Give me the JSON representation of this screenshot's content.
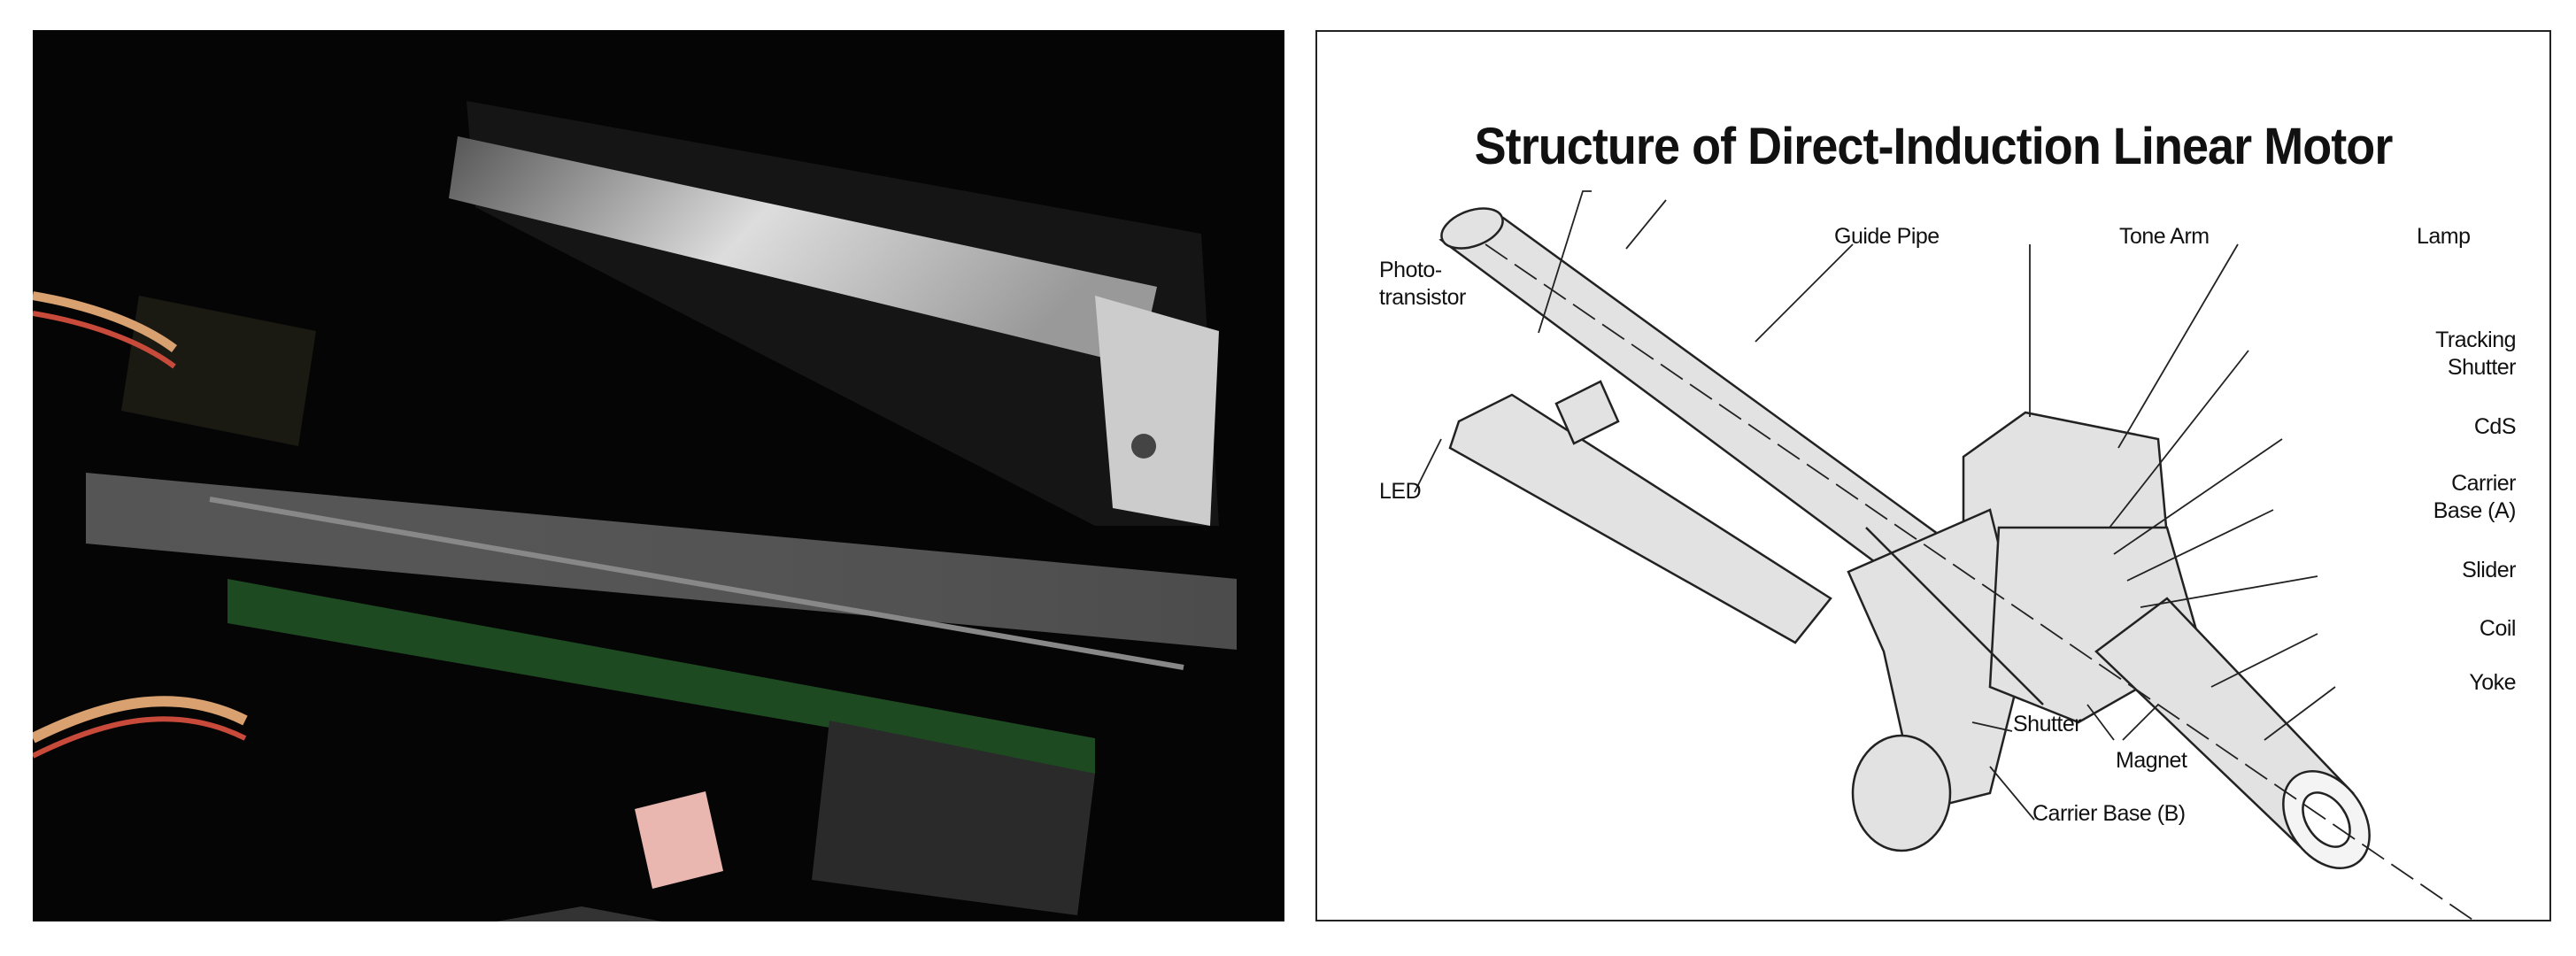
{
  "photo": {
    "subject": "linear-motor-tonearm-photo"
  },
  "diagram": {
    "title": "Structure of Direct-Induction Linear Motor",
    "labels": {
      "guide_pipe": "Guide Pipe",
      "tone_arm": "Tone Arm",
      "lamp": "Lamp",
      "photo_1": "Photo-",
      "photo_2": "transistor",
      "tracking_1": "Tracking",
      "tracking_2": "Shutter",
      "cds": "CdS",
      "carrier_a_1": "Carrier",
      "carrier_a_2": "Base (A)",
      "slider": "Slider",
      "coil": "Coil",
      "yoke": "Yoke",
      "led": "LED",
      "shutter": "Shutter",
      "magnet": "Magnet",
      "carrier_b": "Carrier Base (B)"
    }
  }
}
